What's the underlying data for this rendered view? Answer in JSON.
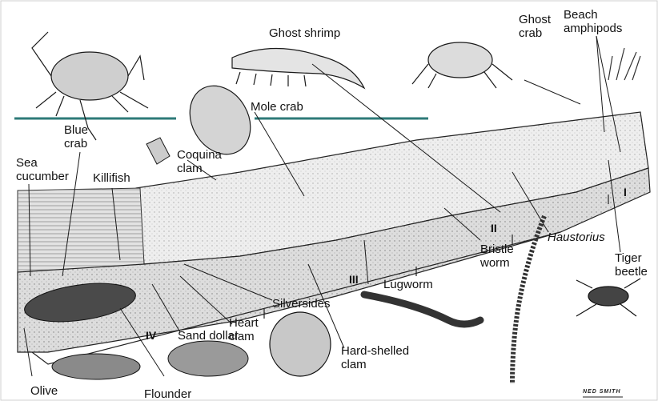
{
  "colors": {
    "waterline": "#2e7a78",
    "ink": "#1a1a1a",
    "sand": "#d9d9d9",
    "water": "#b9b9b9"
  },
  "labels": {
    "ghost_shrimp": "Ghost shrimp",
    "ghost_crab": "Ghost crab",
    "beach_amphipods": "Beach amphipods",
    "mole_crab": "Mole crab",
    "blue_crab": "Blue crab",
    "coquina_clam": "Coquina clam",
    "sea_cucumber": "Sea cucumber",
    "killifish": "Killifish",
    "haustorius": "Haustorius",
    "bristle_worm": "Bristle worm",
    "tiger_beetle": "Tiger beetle",
    "lugworm": "Lugworm",
    "silversides": "Silversides",
    "heart_clam": "Heart clam",
    "sand_dollar": "Sand dollar",
    "hard_shelled_clam": "Hard-shelled clam",
    "olive": "Olive",
    "flounder": "Flounder"
  },
  "zones": [
    "I",
    "II",
    "III",
    "IV"
  ],
  "signature": "NED SMITH"
}
